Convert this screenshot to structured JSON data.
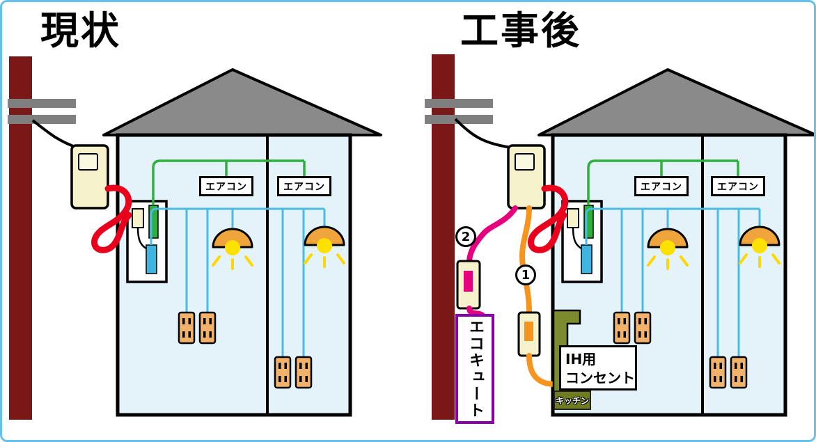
{
  "left": {
    "title": "現状",
    "aircon1": "エアコン",
    "aircon2": "エアコン"
  },
  "right": {
    "title": "工事後",
    "aircon1": "エアコン",
    "aircon2": "エアコン",
    "badge1": "1",
    "badge2": "2",
    "ecocute": "エコキュート",
    "ih_line1": "IH用",
    "ih_line2": "コンセント",
    "kitchen": "キッチン"
  },
  "colors": {
    "frame_border": "#66c2ec",
    "pole": "#7a1717",
    "crossarm": "#7f7f7f",
    "roof": "#8a8a8a",
    "house_fill": "#e4f2fa",
    "meter_fill": "#f6f2cc",
    "red_cable": "#e8001c",
    "green_wire": "#2faf3c",
    "cyan_wire": "#49bce4",
    "magenta_cable": "#e6007e",
    "orange_cable": "#f7941d",
    "lamp_shade": "#f0a43c",
    "bulb": "#ffe100",
    "outlet_fill": "#f2b26a",
    "ecocute_border": "#8a00a8",
    "kitchen_fill": "#6f7d20"
  }
}
